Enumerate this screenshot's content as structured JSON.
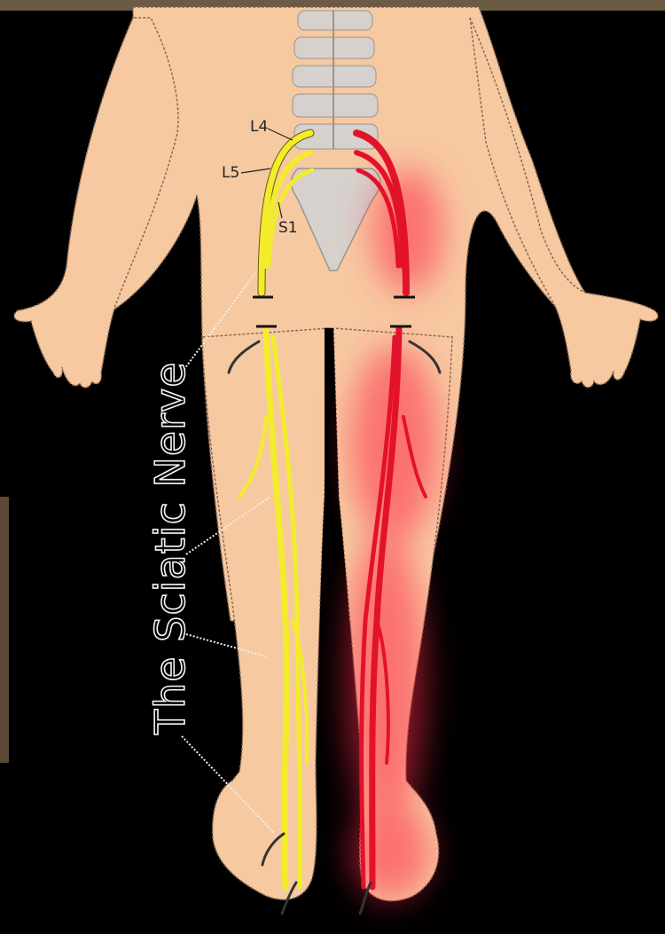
{
  "title": "The Sciatic Nerve",
  "labels": {
    "l4": "L4",
    "l5": "L5",
    "s1": "S1"
  },
  "colors": {
    "background": "#000000",
    "skin": "#F7C9A1",
    "skin_outline": "#8A6A55",
    "normal_nerve": "#F2EC2C",
    "painful_nerve": "#E3122C",
    "pain_glow": "#FF2A48",
    "bone": "#D6D1CC",
    "title_outline": "#F4F4F4"
  },
  "icons": {
    "spine": "spine-icon",
    "sacrum": "sacrum-icon"
  }
}
